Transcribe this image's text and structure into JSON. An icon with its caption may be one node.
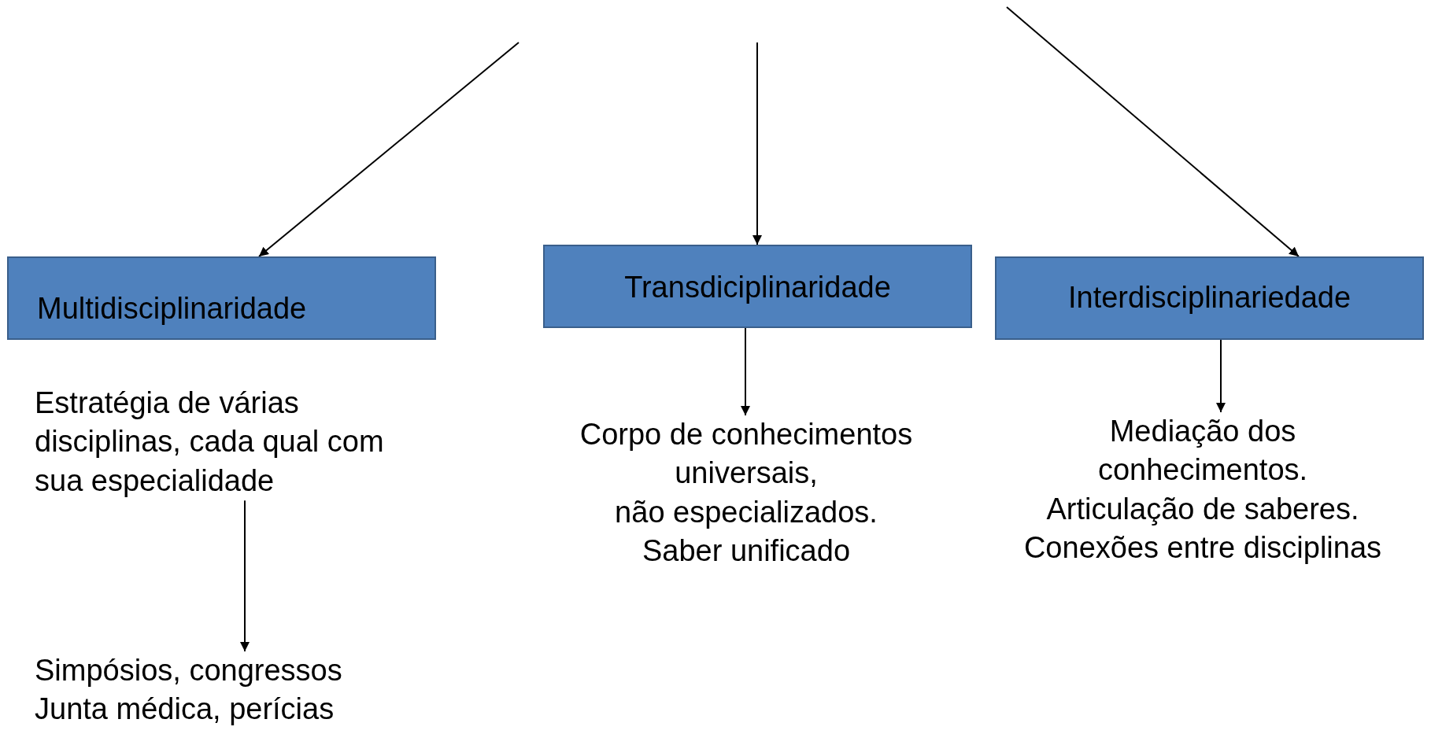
{
  "diagram": {
    "nodes": [
      {
        "text": [
          "Multidisciplinaridade"
        ]
      },
      {
        "text": [
          "Transdiciplinaridade"
        ]
      },
      {
        "text": [
          "Interdisciplinariedade"
        ]
      },
      {
        "text": [
          "Estratégia de várias disciplinas, cada qual com sua especialidade"
        ]
      },
      {
        "text": [
          "Corpo de conhecimentos universais,",
          "não especializados.",
          "Saber unificado"
        ]
      },
      {
        "text": [
          "Mediação dos conhecimentos.",
          "Articulação de saberes.",
          "Conexões entre disciplinas"
        ]
      },
      {
        "text": [
          "Simpósios, congressos",
          "Junta médica, perícias"
        ]
      }
    ],
    "edges": [
      {
        "from": null,
        "to": 0,
        "arrow": "to"
      },
      {
        "from": null,
        "to": 1,
        "arrow": "to"
      },
      {
        "from": null,
        "to": 2,
        "arrow": "to"
      },
      {
        "from": 3,
        "to": 6,
        "arrow": "to"
      },
      {
        "from": 1,
        "to": 4,
        "arrow": "to"
      },
      {
        "from": 2,
        "to": 5,
        "arrow": "to"
      }
    ]
  }
}
